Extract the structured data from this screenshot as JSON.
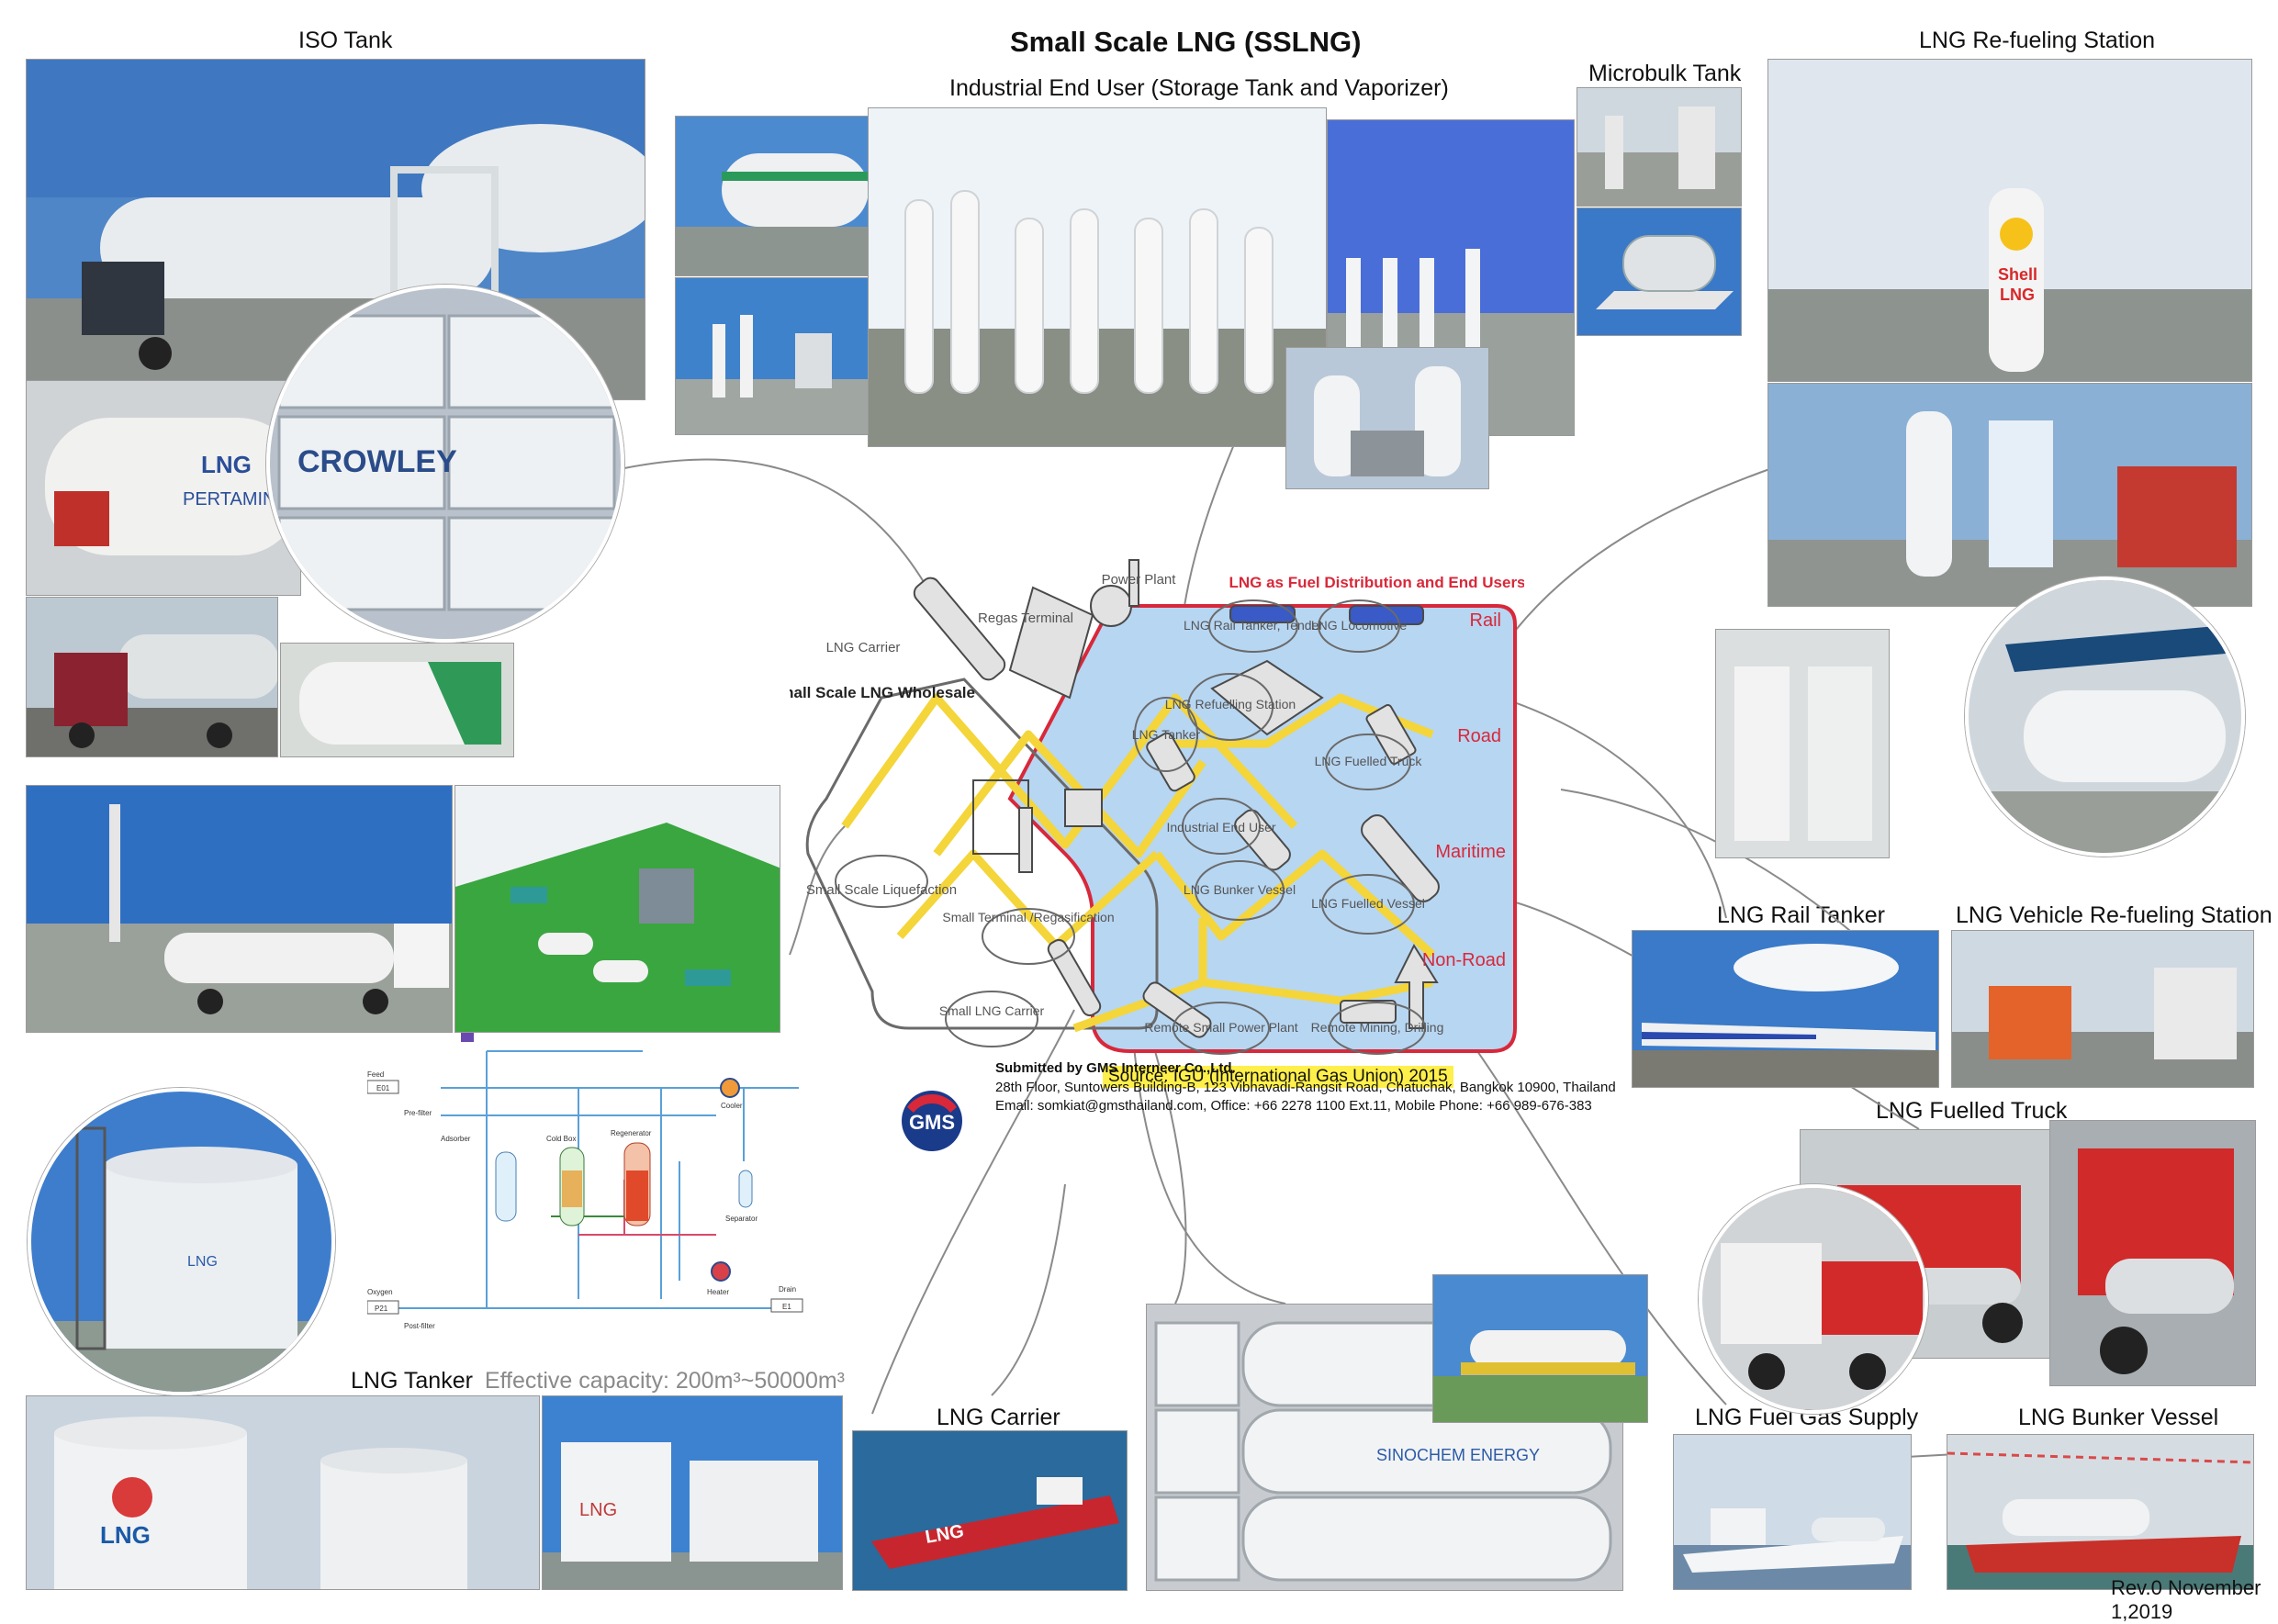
{
  "title": "Small Scale LNG (SSLNG)",
  "labels": {
    "iso_tank": "ISO Tank",
    "industrial_end_user": "Industrial End User (Storage Tank and Vaporizer)",
    "microbulk_tank": "Microbulk Tank",
    "lng_refueling_station": "LNG Re-fueling Station",
    "lng_rail_tanker": "LNG Rail Tanker",
    "lng_vehicle_refueling_station": "LNG Vehicle Re-fueling Station",
    "lng_fuelled_truck": "LNG Fuelled Truck",
    "lng_tanker": "LNG Tanker",
    "lng_tanker_capacity": "Effective capacity: 200m³~50000m³",
    "lng_carrier": "LNG Carrier",
    "lng_fuel_gas_supply": "LNG Fuel Gas Supply",
    "lng_bunker_vessel": "LNG Bunker Vessel"
  },
  "diagram": {
    "wholesale_title": "Small Scale LNG Wholesale",
    "fuel_title": "LNG as Fuel Distribution and End Users",
    "modes": {
      "rail": "Rail",
      "road": "Road",
      "maritime": "Maritime",
      "non_road": "Non-Road"
    },
    "nodes": {
      "power_plant": "Power Plant",
      "regas_terminal": "Regas Terminal",
      "lng_carrier": "LNG Carrier",
      "small_scale_liquefaction": "Small Scale Liquefaction",
      "small_terminal": "Small Terminal /Regasification",
      "small_lng_carrier": "Small LNG Carrier",
      "lng_tanker": "LNG Tanker",
      "industrial_end_user": "Industrial End User",
      "lng_rail_tanker": "LNG Rail Tanker, Tender",
      "lng_locomotive": "LNG Locomotive",
      "lng_refuelling_station": "LNG Refuelling Station",
      "lng_fuelled_truck": "LNG Fuelled Truck",
      "lng_bunker_vessel": "LNG Bunker Vessel",
      "lng_fuelled_vessel": "LNG Fuelled Vessel",
      "remote_small_power_plant": "Remote Small Power Plant",
      "remote_mining": "Remote Mining, Drilling"
    }
  },
  "flow_diagram": {
    "feed": "Feed",
    "feed_tag": "E01",
    "pre_filter": "Pre-filter",
    "adsorber": "Adsorber",
    "cold_box": "Cold Box",
    "regenerator": "Regenerator",
    "cooler": "Cooler",
    "separator": "Separator",
    "oxygen": "Oxygen",
    "oxygen_tag": "P21",
    "post_filter": "Post-filter",
    "heater": "Heater",
    "drain": "Drain",
    "drain_tag": "E1"
  },
  "source": "Source: IGU (International Gas Union) 2015",
  "submitter": {
    "logo_text": "GMS",
    "line1": "Submitted by GMS Interneer Co.,Ltd.",
    "line2": "28th Floor, Suntowers Building-B, 123 Vibhavadi-Rangsit Road, Chatuchak, Bangkok 10900, Thailand",
    "line3": "Email: somkiat@gmsthailand.com, Office: +66 2278 1100 Ext.11, Mobile Phone: +66 989-676-383"
  },
  "photo_text": {
    "crowley": "CROWLEY",
    "pertamina": "PERTAMINA",
    "lng": "LNG",
    "shell": "Shell",
    "sinochem": "SINOCHEM ENERGY"
  },
  "revision": "Rev.0 November 1,2019",
  "colors": {
    "fuel_zone": "#b7d6f2",
    "fuel_border": "#d8283a",
    "pipe": "#f4d53a",
    "mode_text": "#d8283a",
    "source_bg": "#ffef4a"
  }
}
